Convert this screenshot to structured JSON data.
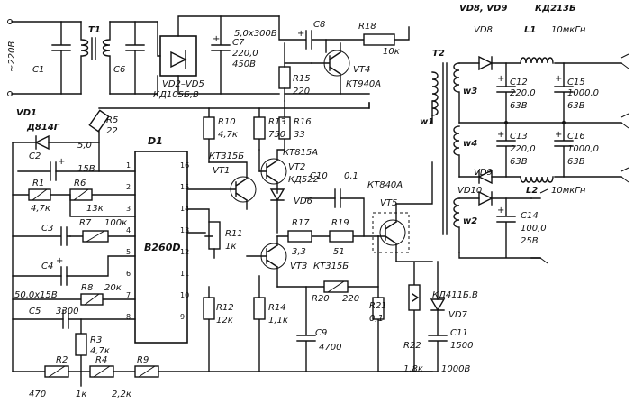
{
  "mains": "~220В",
  "labels": {
    "C1": "C1",
    "T1": "T1",
    "C6": "C6",
    "VD2_VD5": "VD2–VD5",
    "VD2_VD5_type": "КД105Б,В",
    "C7": "C7",
    "C7_val": "220,0",
    "C7_v": "450В",
    "C8_val": "5,0x300В",
    "C8": "C8",
    "R18": "R18",
    "R18_val": "10к",
    "VT4": "VT4",
    "VT4_type": "КТ940А",
    "R15": "R15",
    "R15_val": "220",
    "VD8_VD9": "VD8, VD9",
    "VD89_type": "КД213Б",
    "T2": "T2",
    "VD8": "VD8",
    "L1": "L1",
    "L1_val": "10мкГн",
    "w3": "w3",
    "C12": "C12",
    "C12_val": "220,0",
    "C12_v": "63В",
    "C15": "C15",
    "C15_val": "1000,0",
    "C15_v": "63В",
    "w4": "w4",
    "C13": "C13",
    "C13_val": "220,0",
    "C13_v": "63В",
    "C16": "C16",
    "C16_val": "1000,0",
    "C16_v": "63В",
    "VD9": "VD9",
    "L2": "L2",
    "L2_val": "10мкГн",
    "VD10": "VD10",
    "w2": "w2",
    "C14": "C14",
    "C14_val": "100,0",
    "C14_v": "25В",
    "w1": "w1",
    "VD1": "VD1",
    "VD1_type": "Д814Г",
    "C2": "C2",
    "C2_val": "5,0",
    "C2_v": "15В",
    "R5": "R5",
    "R5_val": "22",
    "D1": "D1",
    "D1_type": "В260D",
    "R1": "R1",
    "R1_val": "4,7к",
    "R6": "R6",
    "R6_val": "13к",
    "R7": "R7",
    "R7_val": "100к",
    "C3": "C3",
    "C4": "C4",
    "C4_val": "50,0x15В",
    "R8": "R8",
    "R8_val": "20к",
    "C5": "C5",
    "C5_val": "3300",
    "R3": "R3",
    "R3_val": "4,7к",
    "R2": "R2",
    "R2_val": "470",
    "R4": "R4",
    "R4_val": "1к",
    "R9": "R9",
    "R9_val": "2,2к",
    "R10": "R10",
    "R10_val": "4,7к",
    "R13": "R13",
    "R13_val": "750",
    "R16": "R16",
    "R16_val": "33",
    "VT1_type": "КТ315Б",
    "VT1": "VT1",
    "VT2_type": "КТ815А",
    "VT2": "VT2",
    "VD6_type": "КД522",
    "VD6": "VD6",
    "C10": "C10",
    "C10_val": "0,1",
    "R11": "R11",
    "R11_val": "1к",
    "R17": "R17",
    "R17_val": "3,3",
    "R19": "R19",
    "R19_val": "51",
    "VT3": "VT3",
    "VT3_type": "КТ315Б",
    "VT5_type": "КТ840А",
    "VT5": "VT5",
    "R12": "R12",
    "R12_val": "12к",
    "R14": "R14",
    "R14_val": "1,1к",
    "R20": "R20",
    "R20_val": "220",
    "C9": "C9",
    "C9_val": "4700",
    "R21": "R21",
    "R21_val": "0,1",
    "VD7_type": "КД411Б,В",
    "VD7": "VD7",
    "R22": "R22",
    "R22_val": "1,8к",
    "C11": "C11",
    "C11_val": "1500",
    "C11_v": "1000В"
  },
  "pins": [
    "1",
    "2",
    "3",
    "4",
    "5",
    "6",
    "7",
    "8",
    "9",
    "10",
    "11",
    "12",
    "13",
    "14",
    "15",
    "16"
  ]
}
